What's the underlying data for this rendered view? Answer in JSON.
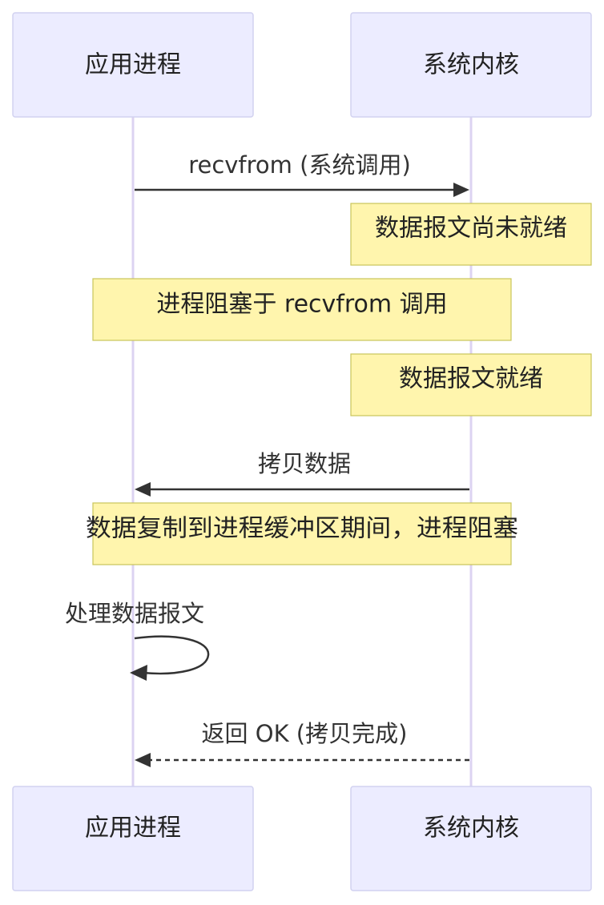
{
  "participants": {
    "app": {
      "label": "应用进程"
    },
    "kernel": {
      "label": "系统内核"
    }
  },
  "messages": [
    {
      "label": "recvfrom (系统调用)",
      "from": "app",
      "to": "kernel",
      "style": "solid"
    },
    {
      "label": "拷贝数据",
      "from": "kernel",
      "to": "app",
      "style": "solid"
    },
    {
      "label": "处理数据报文",
      "from": "app",
      "to": "app",
      "style": "solid"
    },
    {
      "label": "返回 OK (拷贝完成)",
      "from": "kernel",
      "to": "app",
      "style": "dashed"
    }
  ],
  "notes": [
    {
      "text": "数据报文尚未就绪",
      "over": "kernel"
    },
    {
      "text": "进程阻塞于 recvfrom 调用",
      "over": "app,kernel"
    },
    {
      "text": "数据报文就绪",
      "over": "kernel"
    },
    {
      "text": "数据复制到进程缓冲区期间，进程阻塞",
      "over": "app,kernel"
    }
  ],
  "colors": {
    "actor_fill": "#ECECFF",
    "actor_stroke": "#D2D2F0",
    "lifeline": "#DCD3F2",
    "note_fill": "#FFF5AD",
    "note_stroke": "#C9C45A",
    "line": "#333333"
  }
}
